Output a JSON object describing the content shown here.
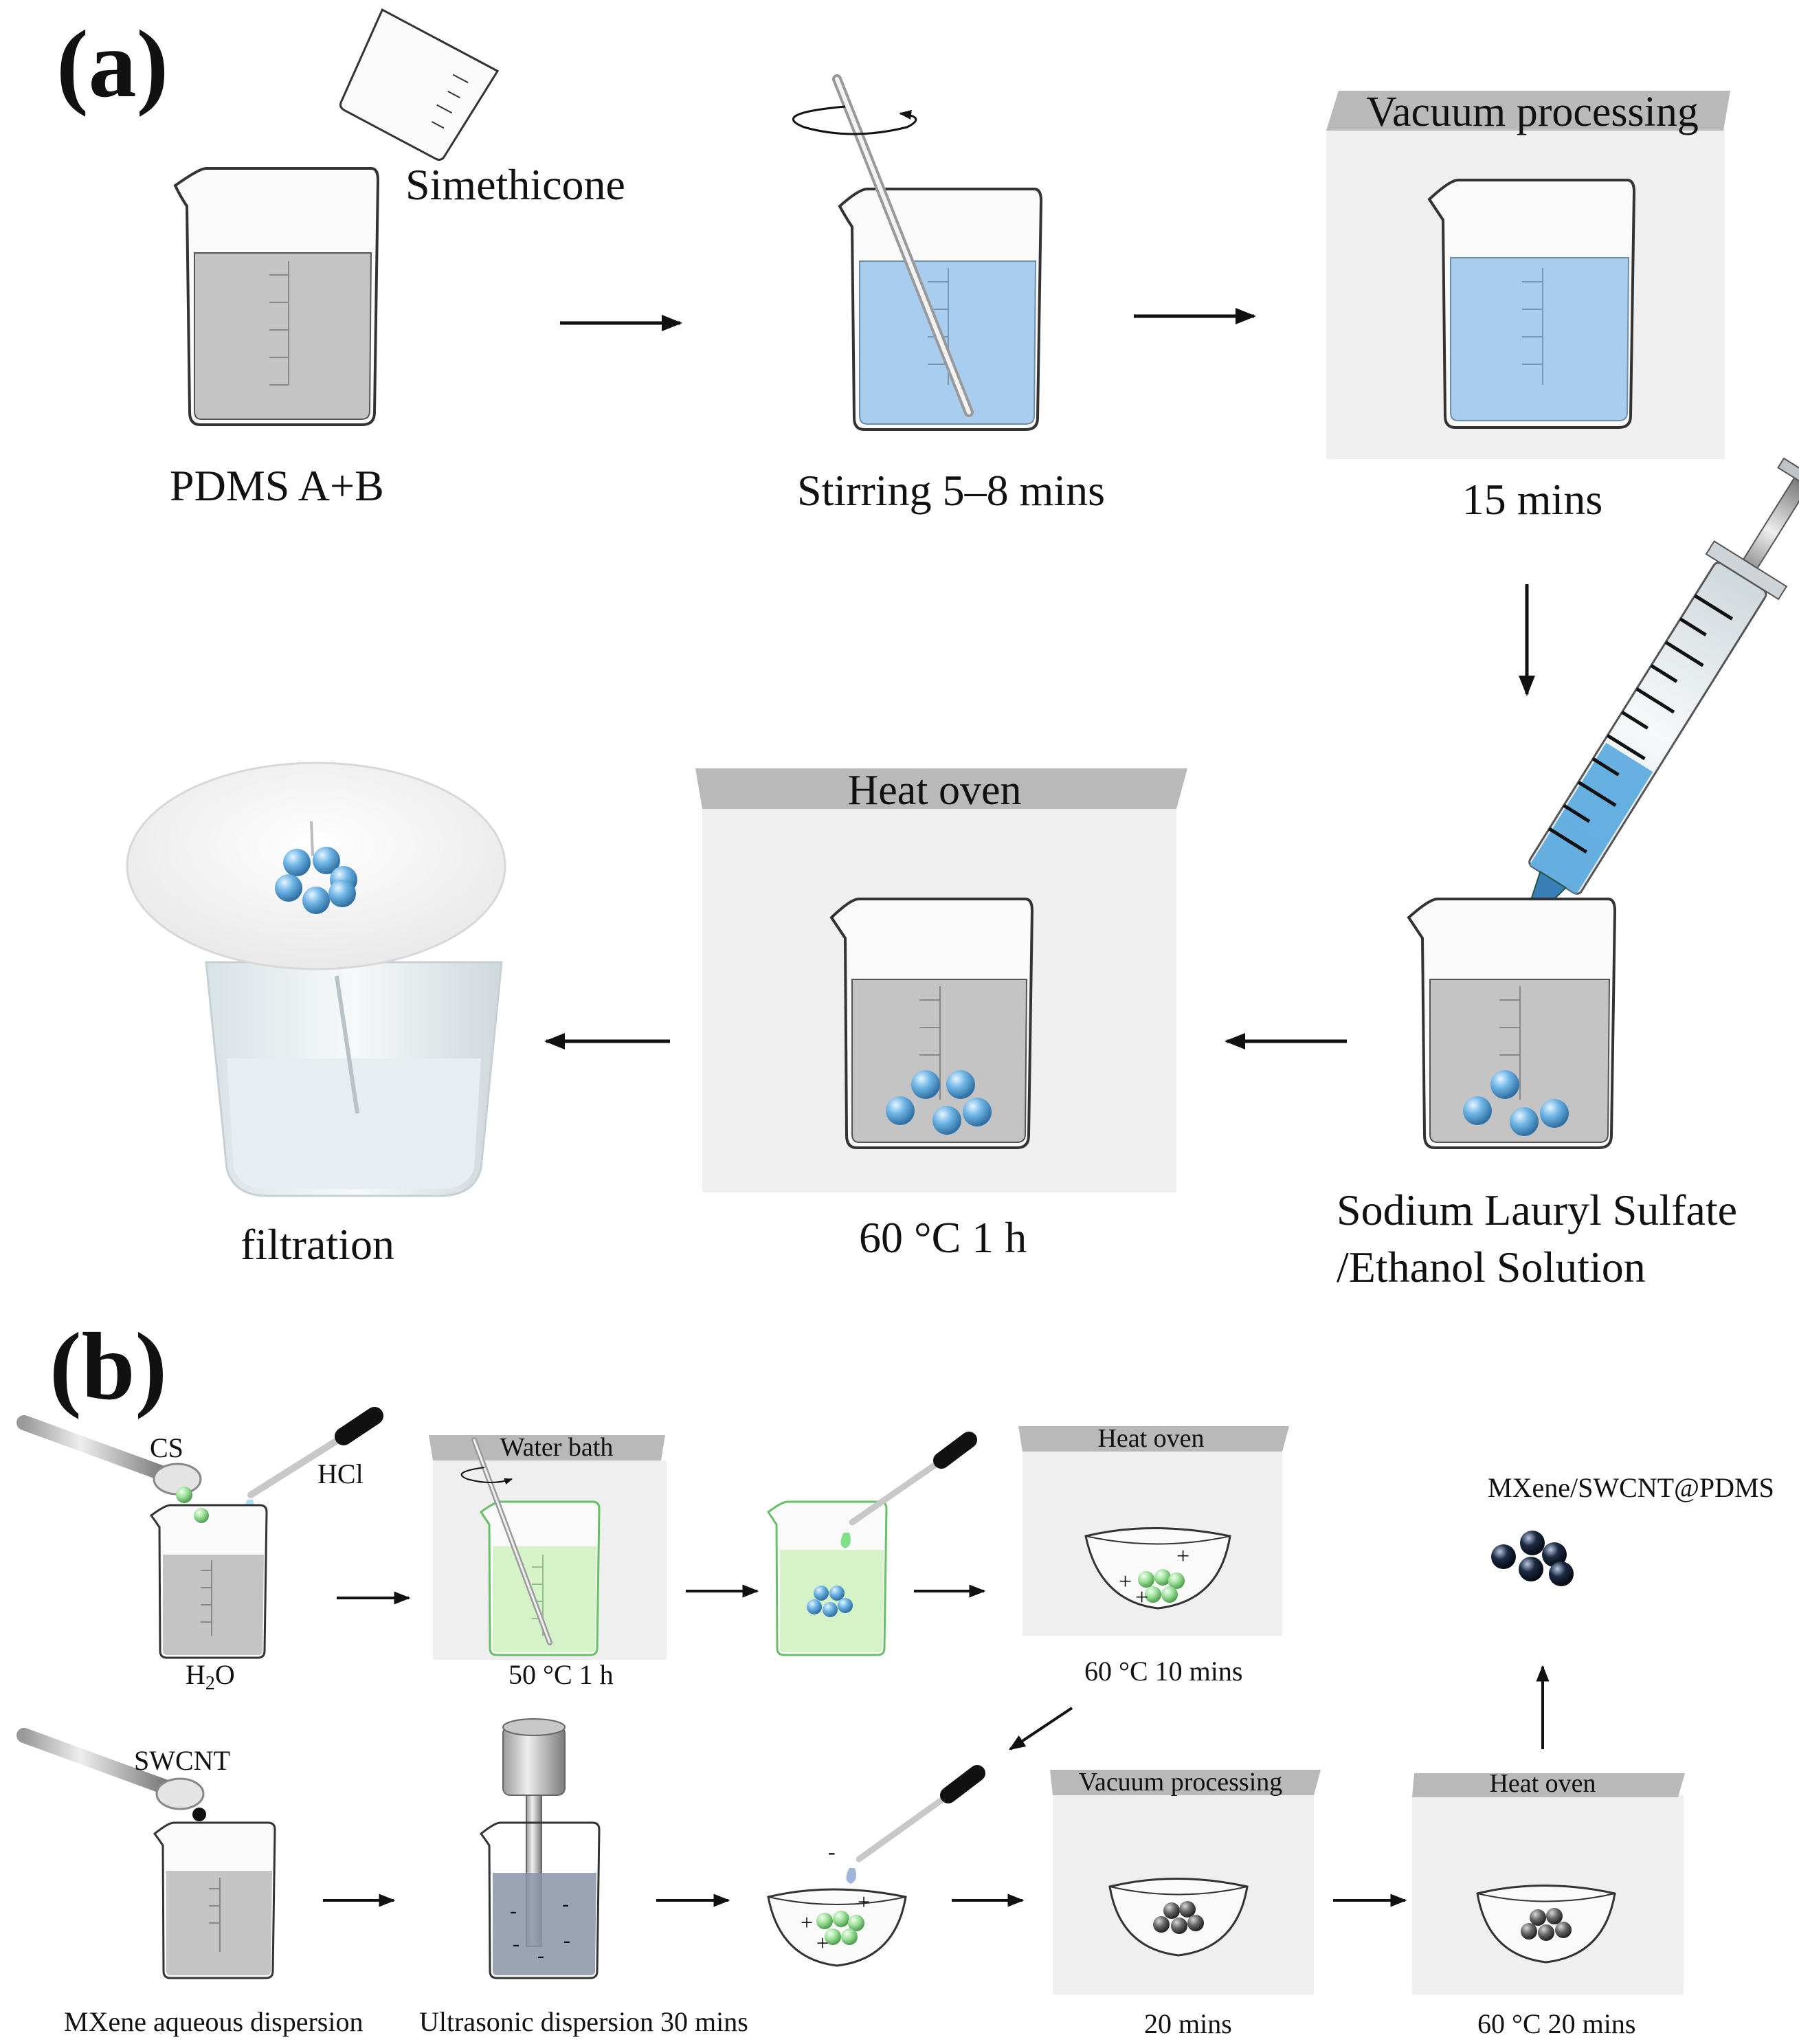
{
  "panel_a": {
    "label": "(a)",
    "simethicone": "Simethicone",
    "step1_caption": "PDMS A+B",
    "step2_caption": "Stirring 5–8 mins",
    "vacuum_title": "Vacuum processing",
    "vacuum_caption": "15 mins",
    "syringe_caption_line1": "Sodium Lauryl Sulfate",
    "syringe_caption_line2": "/Ethanol Solution",
    "oven_title": "Heat oven",
    "oven_caption": "60 °C 1 h",
    "filtration_caption": "filtration"
  },
  "panel_b": {
    "label": "(b)",
    "cs": "CS",
    "hcl": "HCl",
    "h2o_main": "H",
    "h2o_sub": "2",
    "h2o_tail": "O",
    "water_bath_title": "Water bath",
    "water_bath_caption": "50 °C 1 h",
    "heat_oven1_title": "Heat oven",
    "heat_oven1_caption": "60 °C 10 mins",
    "product": "MXene/SWCNT@PDMS",
    "swcnt": "SWCNT",
    "mxene_caption": "MXene aqueous dispersion",
    "ultrasonic_caption": "Ultrasonic dispersion 30 mins",
    "vacuum_title": "Vacuum processing",
    "vacuum_caption": "20 mins",
    "heat_oven2_title": "Heat oven",
    "heat_oven2_caption": "60 °C 20 mins"
  },
  "colors": {
    "gray_liquid": "#c4c4c4",
    "blue_liquid": "#a9cdee",
    "green_liquid": "#d6f2c9",
    "green_outline": "#66c166",
    "dark_blue_liquid": "#8a94a8",
    "sphere_blue": "#5aa6d8",
    "sphere_green": "#8fd68a",
    "sphere_gray": "#5a5a5a",
    "box_fill": "#efefef",
    "box_header": "#b9b9b9"
  },
  "icons": [
    "beaker-icon",
    "stirring-rod-icon",
    "syringe-icon",
    "dropper-icon",
    "spoon-icon",
    "ultrasonic-probe-icon",
    "bowl-icon",
    "filter-paper-icon",
    "arrow-icon"
  ]
}
